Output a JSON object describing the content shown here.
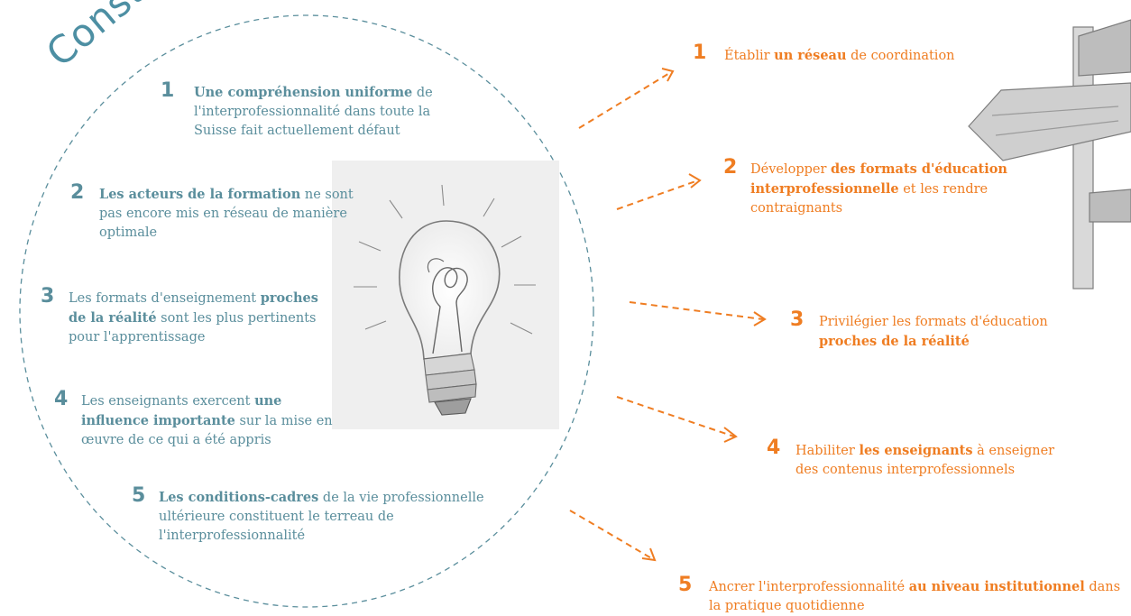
{
  "title": "Constats",
  "colors": {
    "constat": "#5a8e9c",
    "recommandation": "#ef7d22",
    "circle": "#5a8e9c"
  },
  "constats": [
    {
      "num": "1",
      "bold": "Une compréhension uniforme",
      "rest": " de l'interprofessionnalité dans toute la Suisse fait actuellement défaut"
    },
    {
      "num": "2",
      "bold": "Les acteurs de la formation",
      "rest": " ne sont pas encore mis en réseau de manière optimale"
    },
    {
      "num": "3",
      "pre": "Les formats d'enseignement ",
      "bold": "proches de la réalité",
      "rest": " sont les plus pertinents pour l'apprentissage"
    },
    {
      "num": "4",
      "pre": "Les enseignants exercent ",
      "bold": "une influence importante",
      "rest": " sur la mise en œuvre de ce qui a été appris"
    },
    {
      "num": "5",
      "bold": "Les conditions-cadres",
      "rest": " de la vie professionnelle ultérieure constituent le terreau de l'interprofessionnalité"
    }
  ],
  "recommandations": [
    {
      "num": "1",
      "pre": "Établir ",
      "bold": "un réseau",
      "rest": " de coordination"
    },
    {
      "num": "2",
      "pre": "Développer ",
      "bold": "des formats d'éducation interprofessionnelle",
      "rest": " et les rendre contraignants"
    },
    {
      "num": "3",
      "pre": "Privilégier les formats d'éducation ",
      "bold": "proches de la réalité",
      "rest": ""
    },
    {
      "num": "4",
      "pre": "Habiliter ",
      "bold": "les enseignants",
      "rest": " à enseigner des contenus interprofessionnels"
    },
    {
      "num": "5",
      "pre": "Ancrer l'interprofessionnalité ",
      "bold": "au niveau institutionnel",
      "rest": " dans la pratique quotidienne"
    }
  ],
  "icons": {
    "center": "lightbulb-illustration",
    "corner": "signpost-illustration"
  }
}
